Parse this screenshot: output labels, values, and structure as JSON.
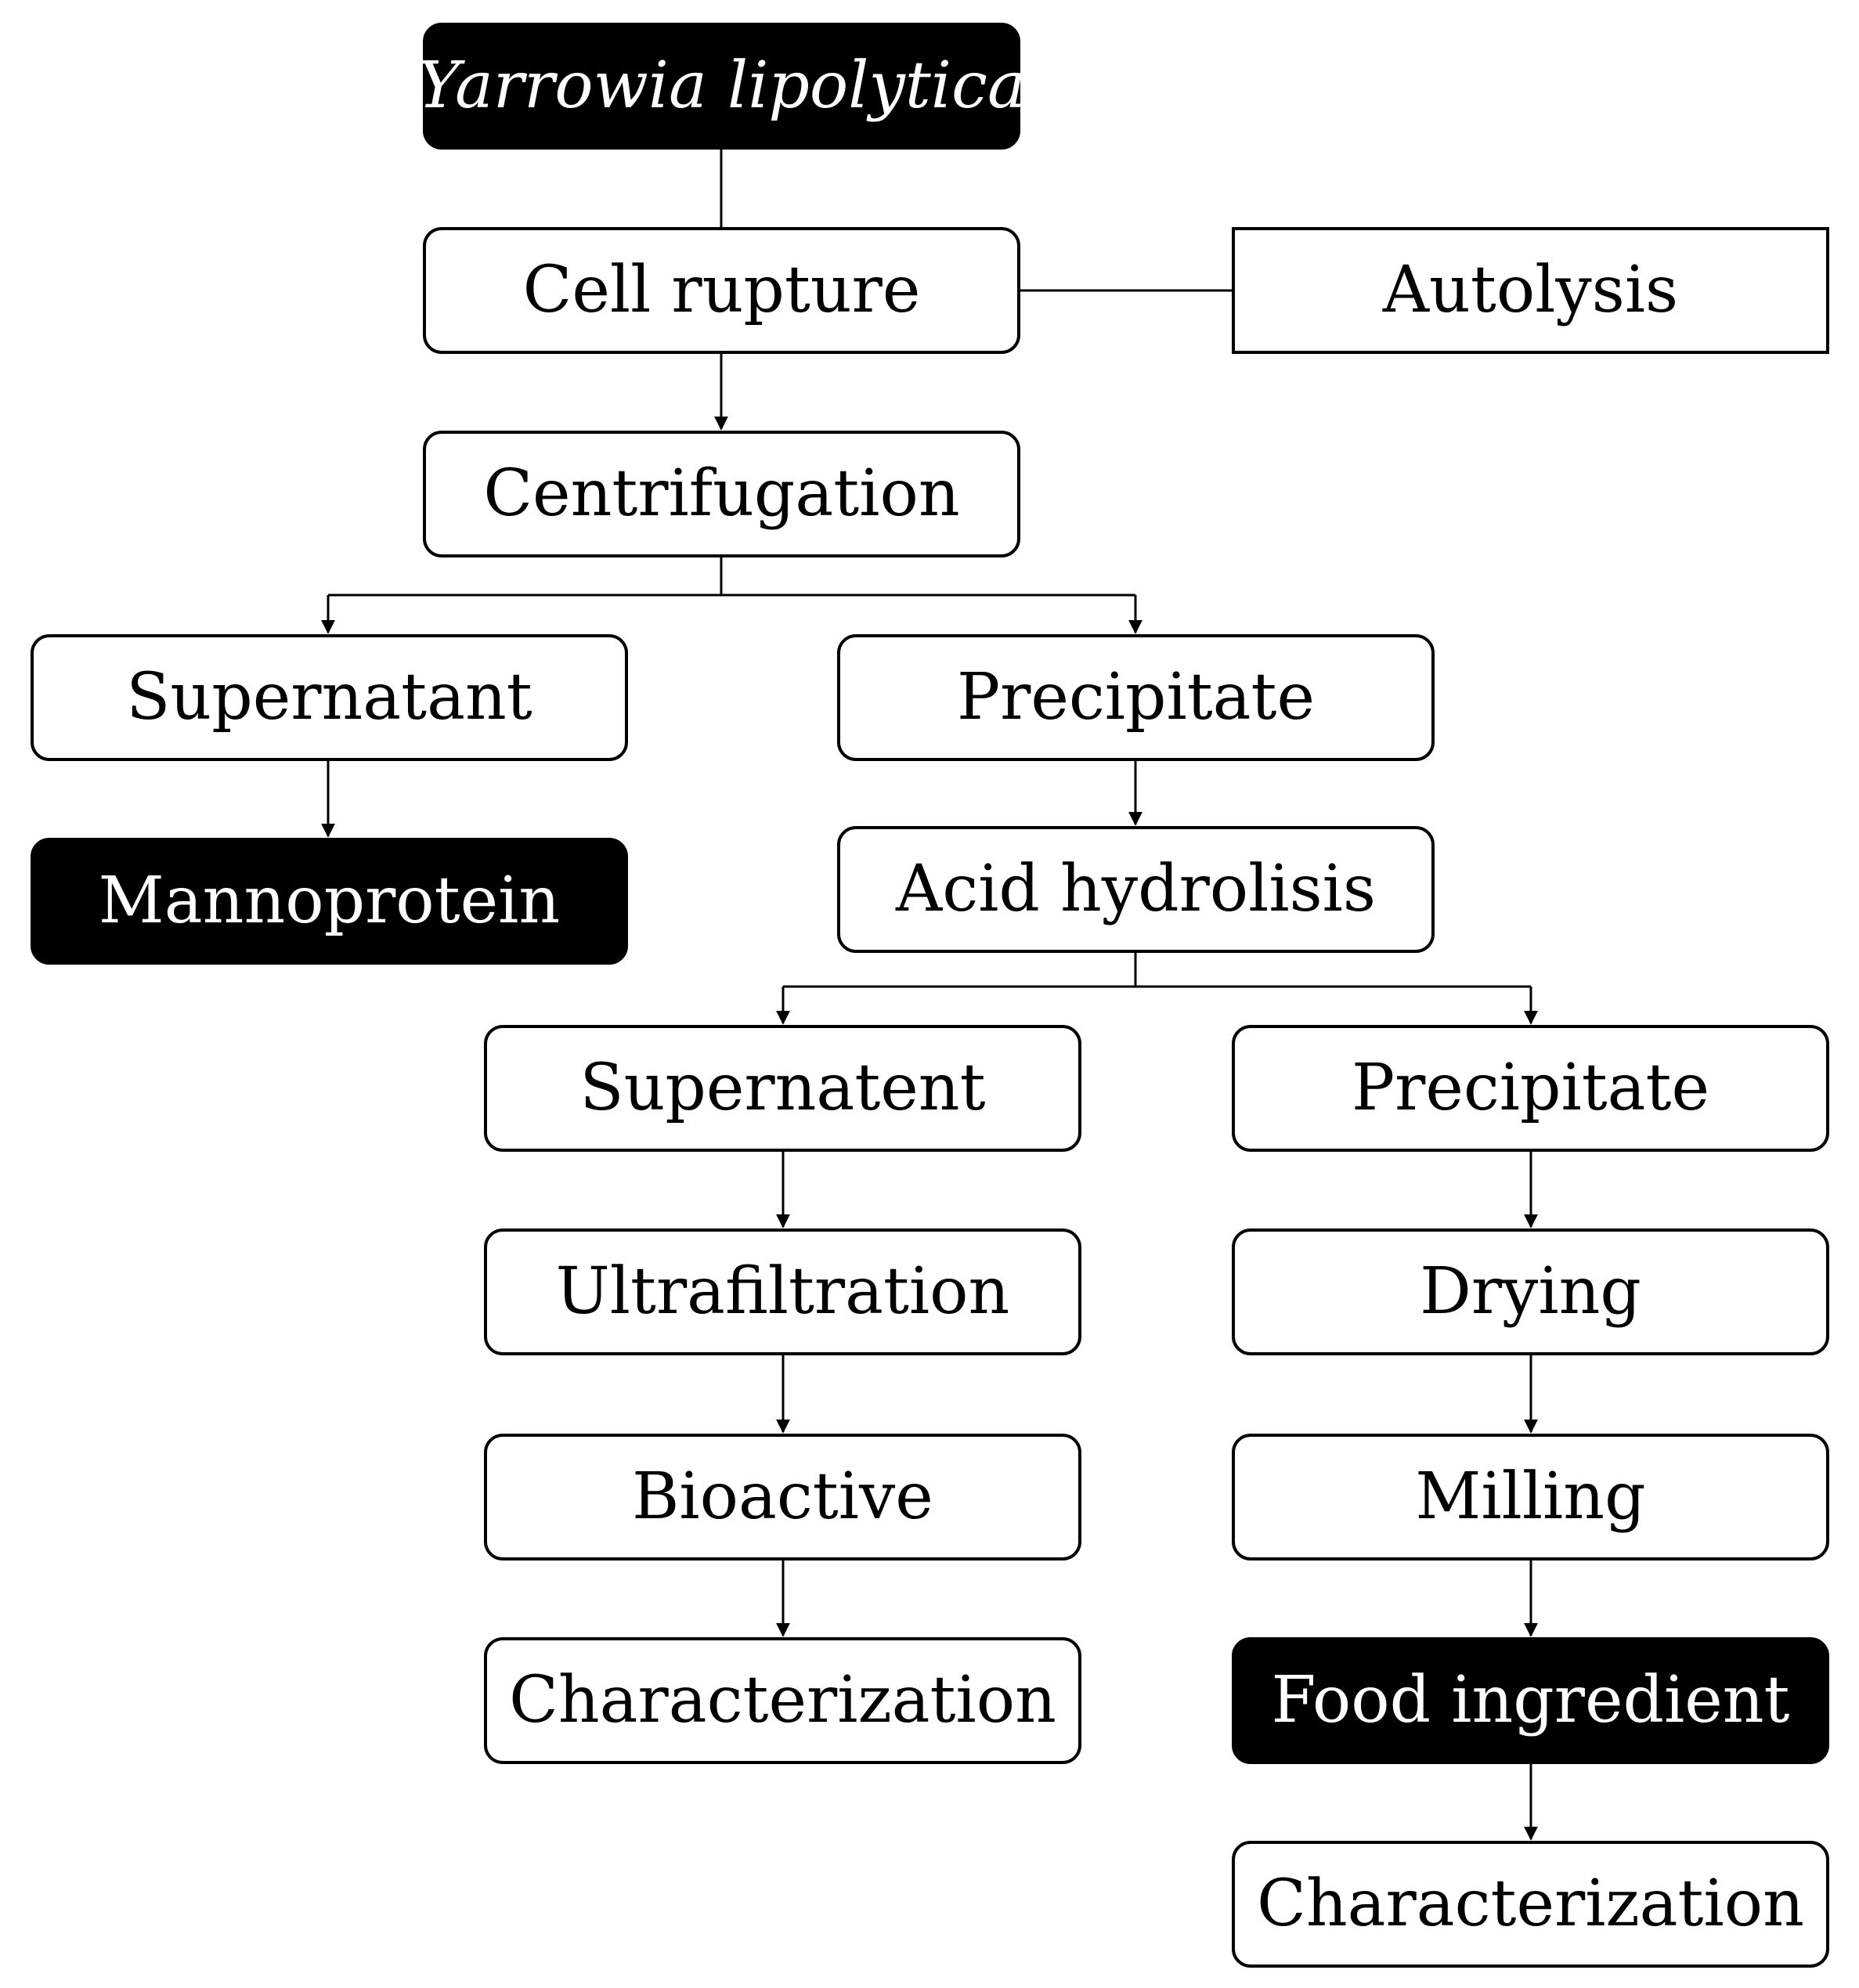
{
  "nodes": {
    "yarrowia": "Yarrowia lipolytica",
    "cell_rupture": "Cell rupture",
    "autolysis": "Autolysis",
    "centrifugation": "Centrifugation",
    "supernatant": "Supernatant",
    "precipitate_1": "Precipitate",
    "mannoprotein": "Mannoprotein",
    "acid_hydrolisis": "Acid hydrolisis",
    "supernatent": "Supernatent",
    "precipitate_2": "Precipitate",
    "ultrafiltration": "Ultrafiltration",
    "drying": "Drying",
    "bioactive": "Bioactive",
    "milling": "Milling",
    "characterization_1": "Characterization",
    "food_ingredient": "Food ingredient",
    "characterization_2": "Characterization"
  },
  "edges": [
    {
      "from": "yarrowia",
      "to": "cell_rupture",
      "arrow": false
    },
    {
      "from": "cell_rupture",
      "to": "autolysis",
      "arrow": false
    },
    {
      "from": "cell_rupture",
      "to": "centrifugation",
      "arrow": true
    },
    {
      "from": "centrifugation",
      "to": "supernatant",
      "arrow": true
    },
    {
      "from": "centrifugation",
      "to": "precipitate_1",
      "arrow": true
    },
    {
      "from": "supernatant",
      "to": "mannoprotein",
      "arrow": true
    },
    {
      "from": "precipitate_1",
      "to": "acid_hydrolisis",
      "arrow": true
    },
    {
      "from": "acid_hydrolisis",
      "to": "supernatent",
      "arrow": true
    },
    {
      "from": "acid_hydrolisis",
      "to": "precipitate_2",
      "arrow": true
    },
    {
      "from": "supernatent",
      "to": "ultrafiltration",
      "arrow": true
    },
    {
      "from": "ultrafiltration",
      "to": "bioactive",
      "arrow": true
    },
    {
      "from": "bioactive",
      "to": "characterization_1",
      "arrow": true
    },
    {
      "from": "precipitate_2",
      "to": "drying",
      "arrow": true
    },
    {
      "from": "drying",
      "to": "milling",
      "arrow": true
    },
    {
      "from": "milling",
      "to": "food_ingredient",
      "arrow": true
    },
    {
      "from": "food_ingredient",
      "to": "characterization_2",
      "arrow": true
    }
  ],
  "colors": {
    "line": "#000000",
    "highlight_fill": "#000000",
    "highlight_text": "#ffffff"
  }
}
